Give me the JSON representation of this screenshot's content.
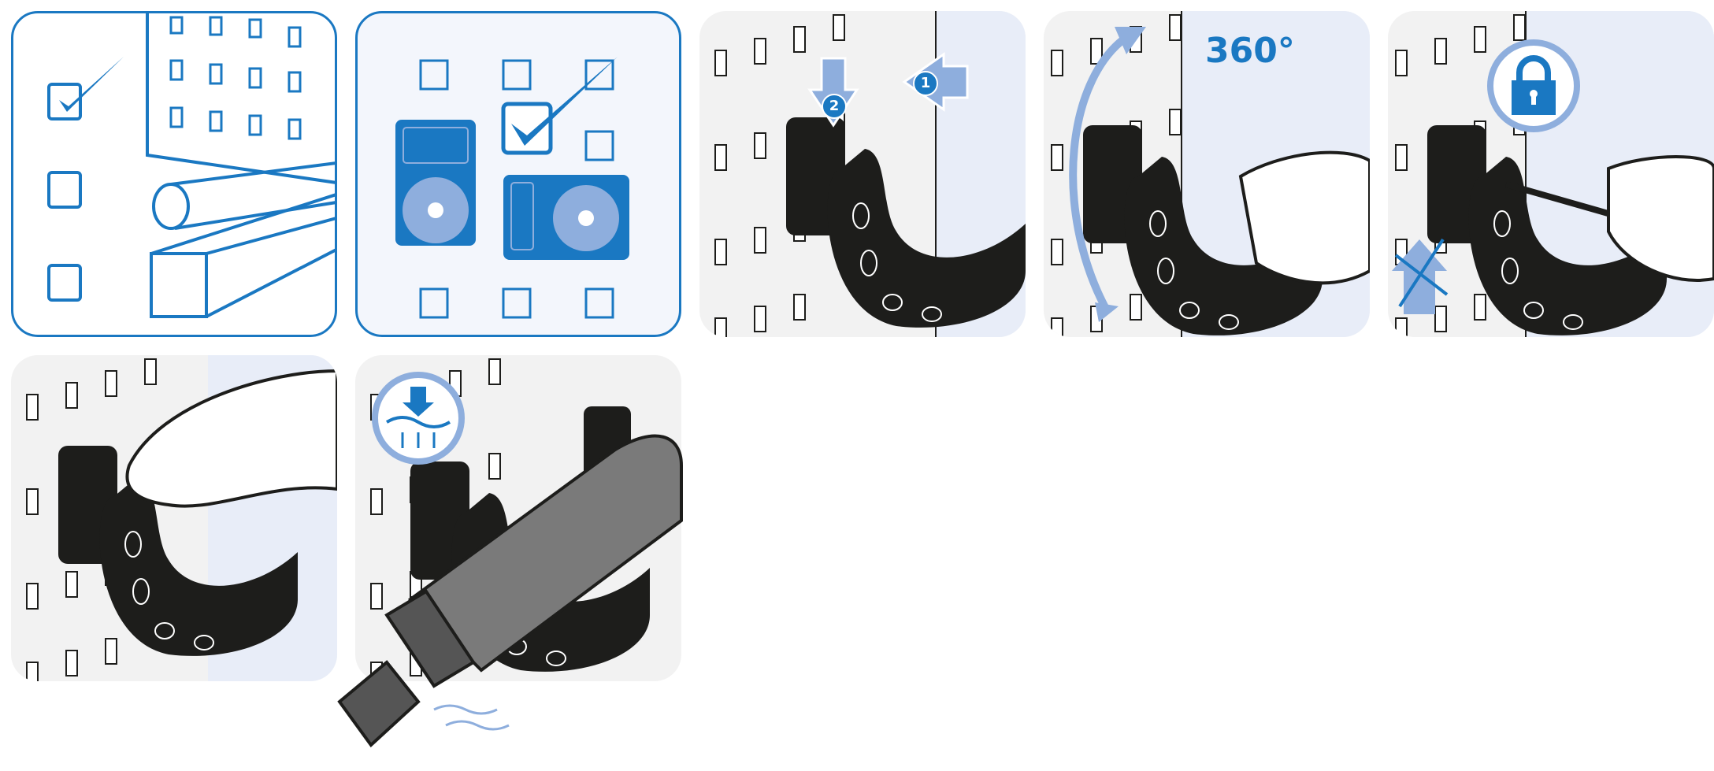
{
  "steps": [
    {
      "id": 1,
      "topic": "mounting-surfaces"
    },
    {
      "id": 2,
      "topic": "compatible-devices"
    },
    {
      "id": 3,
      "topic": "insert-holder",
      "arrow_labels": [
        "1",
        "2"
      ]
    },
    {
      "id": 4,
      "topic": "rotate",
      "rotation_label": "360°"
    },
    {
      "id": 5,
      "topic": "lock-with-screwdriver"
    },
    {
      "id": 6,
      "topic": "release"
    },
    {
      "id": 7,
      "topic": "vibration-damping"
    }
  ],
  "colors": {
    "brand_blue": "#1a78c2",
    "light_blue": "#8eaedd",
    "panel_bg": "#f2f2f2",
    "holder": "#1d1d1b"
  }
}
